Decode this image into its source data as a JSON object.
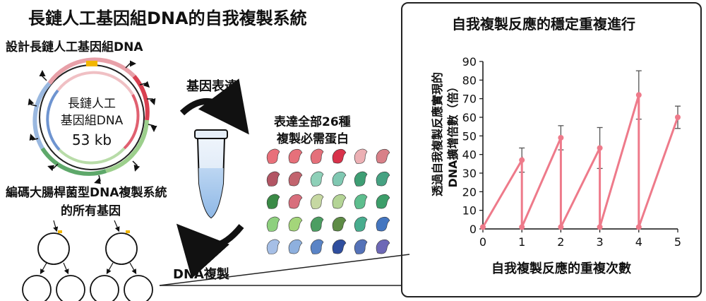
{
  "left": {
    "title": "長鏈人工基因組DNA的自我複製系統",
    "design_label": "設計長鏈人工基因組DNA",
    "genome_label_1": "長鏈人工",
    "genome_label_2": "基因組DNA",
    "genome_size": "53 kb",
    "genes_label_1": "編碼大腸桿菌型DNA複製系統",
    "genes_label_2": "的所有基因",
    "expression_label": "基因表達",
    "replication_label": "DNA複製",
    "proteins_label_1": "表達全部26種",
    "proteins_label_2": "複製必需蛋白"
  },
  "protein_colors": [
    [
      "#e8707a",
      "#e6707a",
      "#e4707a",
      "#d8324a",
      "#ecb0b4",
      "#d88088"
    ],
    [
      "#b25564",
      "#c2646e",
      "#8ed0b8",
      "#80c8b2",
      "#3e9e74",
      "#46a282"
    ],
    [
      "#3a8a46",
      "#d86e7c",
      "#c6d8a2",
      "#b4d496",
      "#5ebe8e",
      "#3c9e6a"
    ],
    [
      "#8ed07e",
      "#a4d67a",
      "#4c9e62",
      "#5e8c46",
      "#48ac8e",
      "#4476c0"
    ],
    [
      "#a6bfe6",
      "#8eb0de",
      "#5a84c6",
      "#2f4e9e",
      "#5472b8",
      "#6d68b6"
    ]
  ],
  "chart": {
    "title": "自我複製反應的穩定重複進行",
    "xlabel": "自我複製反應的重複次數",
    "ylabel_1": "透過自我複製反應實現的",
    "ylabel_2": "DNA擴增倍數（倍）",
    "line_color": "#ee7a8a"
  },
  "chart_data": {
    "type": "line",
    "title": "自我複製反應的穩定重複進行",
    "xlabel": "自我複製反應的重複次數",
    "ylabel": "透過自我複製反應實現的DNA擴增倍數（倍）",
    "xlim": [
      0,
      5
    ],
    "ylim": [
      0,
      90
    ],
    "xticks": [
      0,
      1,
      2,
      3,
      4,
      5
    ],
    "yticks": [
      0,
      10,
      20,
      30,
      40,
      50,
      60,
      70,
      80,
      90
    ],
    "points": [
      {
        "x": 0,
        "y": 1
      },
      {
        "x": 1,
        "y": 37,
        "err": 6.5
      },
      {
        "x": 1,
        "y": 1
      },
      {
        "x": 2,
        "y": 49,
        "err": 6.5
      },
      {
        "x": 2,
        "y": 1
      },
      {
        "x": 3,
        "y": 43.5,
        "err": 11
      },
      {
        "x": 3,
        "y": 1
      },
      {
        "x": 4,
        "y": 72,
        "err": 13
      },
      {
        "x": 4,
        "y": 1
      },
      {
        "x": 5,
        "y": 60,
        "err": 6
      }
    ]
  }
}
